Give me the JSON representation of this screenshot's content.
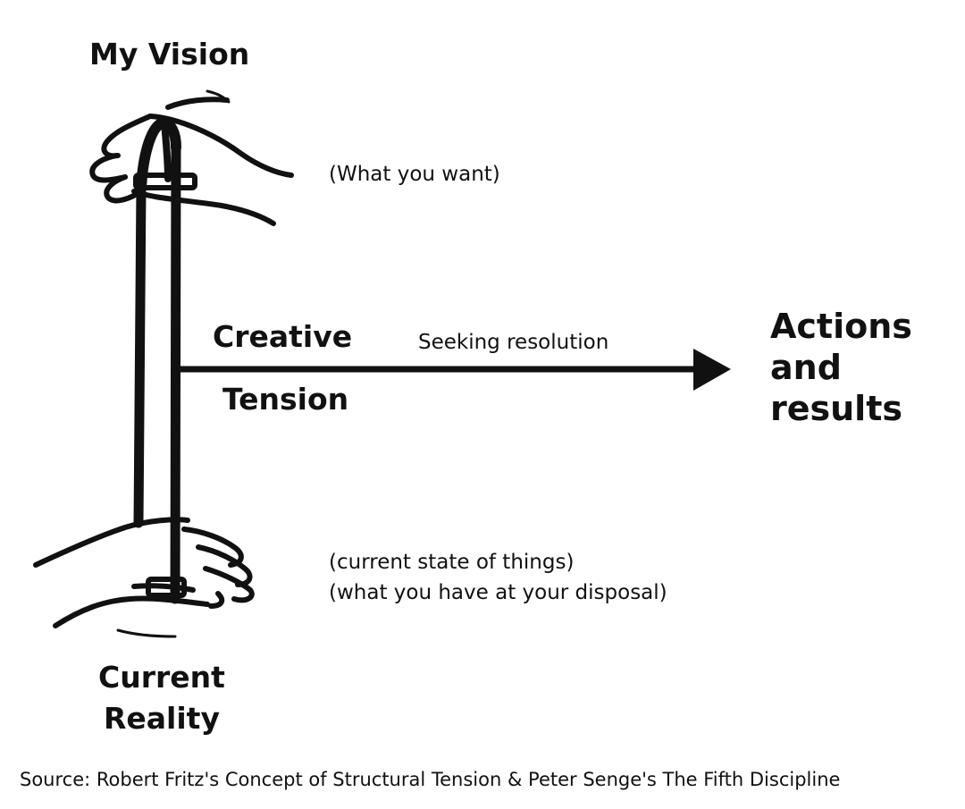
{
  "vision": {
    "title": "My Vision",
    "note": "(What you want)"
  },
  "tension": {
    "word1": "Creative",
    "word2": "Tension",
    "arrow_label": "Seeking resolution"
  },
  "outcome": {
    "line1": "Actions",
    "line2": "and",
    "line3": "results"
  },
  "reality": {
    "title_line1": "Current",
    "title_line2": "Reality",
    "note_line1": "(current state of things)",
    "note_line2": "(what you have at your disposal)"
  },
  "source": "Source:  Robert Fritz's Concept of Structural Tension & Peter Senge's The Fifth Discipline",
  "colors": {
    "ink": "#111111",
    "background": "#ffffff"
  }
}
